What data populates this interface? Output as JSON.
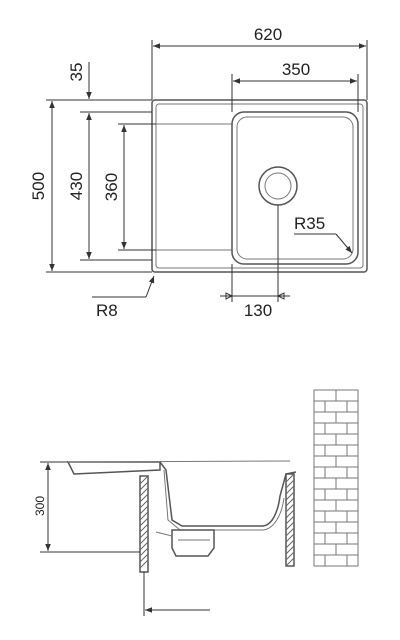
{
  "colors": {
    "line": "#333333",
    "outline": "#555555",
    "text": "#222222"
  },
  "top_view": {
    "overall_width": "620",
    "bowl_width": "350",
    "overall_depth": "500",
    "inner_depth": "430",
    "drainer_depth": "360",
    "edge_offset": "35",
    "corner_radius_outer": "R8",
    "corner_radius_bowl": "R35",
    "drain_offset": "130"
  },
  "side_view": {
    "cabinet_height": "300"
  }
}
